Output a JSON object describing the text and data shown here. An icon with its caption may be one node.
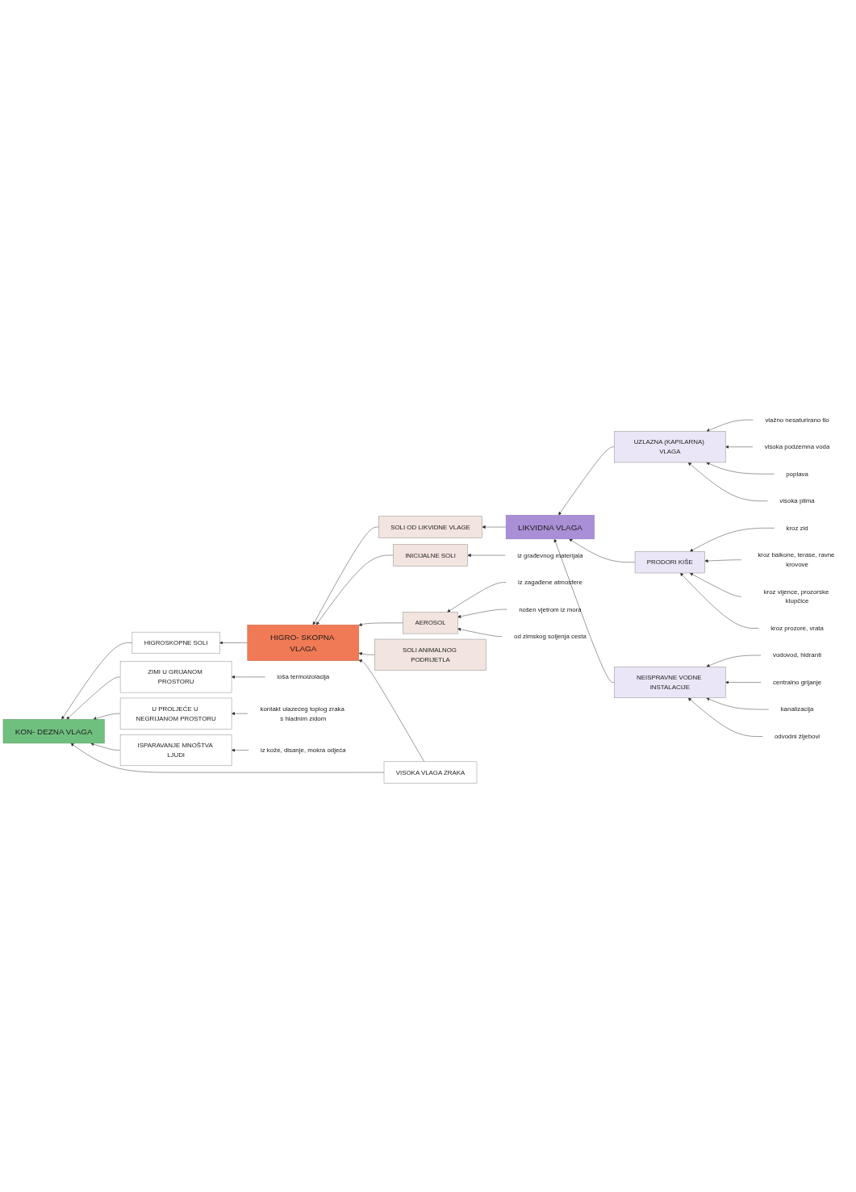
{
  "diagram": {
    "nodes": [
      {
        "text": [
          "LIKVIDNA VLAGA"
        ]
      },
      {
        "text": [
          "UZLAZNA (KAPILARNA) VLAGA"
        ]
      },
      {
        "text": [
          "vlažno nesaturirano tlo"
        ]
      },
      {
        "text": [
          "visoka podzemna voda"
        ]
      },
      {
        "text": [
          "poplava"
        ]
      },
      {
        "text": [
          "visoka plima"
        ]
      },
      {
        "text": [
          "PRODORI KIŠE"
        ]
      },
      {
        "text": [
          "kroz zid"
        ]
      },
      {
        "text": [
          "kroz balkone, terase, ravne krovove"
        ]
      },
      {
        "text": [
          "kroz vijence, prozorske klupčice"
        ]
      },
      {
        "text": [
          "kroz prozore, vrata"
        ]
      },
      {
        "text": [
          "NEISPRAVNE VODNE INSTALACIJE"
        ]
      },
      {
        "text": [
          "vodovod, hidranti"
        ]
      },
      {
        "text": [
          "centralno grijanje"
        ]
      },
      {
        "text": [
          "kanalizacija"
        ]
      },
      {
        "text": [
          "odvodni žljebovi"
        ]
      },
      {
        "text": [
          "HIGRO- SKOPNA VLAGA"
        ]
      },
      {
        "text": [
          "SOLI OD LIKVIDNE VLAGE"
        ]
      },
      {
        "text": [
          "INICIJALNE SOLI"
        ]
      },
      {
        "text": [
          "iz građevnog materijala"
        ]
      },
      {
        "text": [
          "AEROSOL"
        ]
      },
      {
        "text": [
          "iz zagađene atmosfere"
        ]
      },
      {
        "text": [
          "nošen vjetrom iz mora"
        ]
      },
      {
        "text": [
          "od zimskog soljenja cesta"
        ]
      },
      {
        "text": [
          "SOLI ANIMALNOG PODRIJETLA"
        ]
      },
      {
        "text": [
          "VISOKA VLAGA ZRAKA"
        ]
      },
      {
        "text": [
          "KON- DEZNA VLAGA"
        ]
      },
      {
        "text": [
          "HIGROSKOPNE SOLI"
        ]
      },
      {
        "text": [
          "ZIMI U GRIJANOM PROSTORU"
        ]
      },
      {
        "text": [
          "loša termoizolacija"
        ]
      },
      {
        "text": [
          "U PROLJEĆE U NEGRIJANOM PROSTORU"
        ]
      },
      {
        "text": [
          "kontakt ulazećeg toplog zraka s hladnim zidom"
        ]
      },
      {
        "text": [
          "ISPARAVANJE MNOŠTVA LJUDI"
        ]
      },
      {
        "text": [
          "iz kože, disanje, mokra odjeća"
        ]
      }
    ],
    "edges": [
      {
        "from": 1,
        "to": 0,
        "arrow": "to"
      },
      {
        "from": 2,
        "to": 1,
        "arrow": "to"
      },
      {
        "from": 3,
        "to": 1,
        "arrow": "to"
      },
      {
        "from": 4,
        "to": 1,
        "arrow": "to"
      },
      {
        "from": 5,
        "to": 1,
        "arrow": "to"
      },
      {
        "from": 6,
        "to": 0,
        "arrow": "to"
      },
      {
        "from": 7,
        "to": 6,
        "arrow": "to"
      },
      {
        "from": 8,
        "to": 6,
        "arrow": "to"
      },
      {
        "from": 9,
        "to": 6,
        "arrow": "to"
      },
      {
        "from": 10,
        "to": 6,
        "arrow": "to"
      },
      {
        "from": 11,
        "to": 0,
        "arrow": "to"
      },
      {
        "from": 12,
        "to": 11,
        "arrow": "to"
      },
      {
        "from": 13,
        "to": 11,
        "arrow": "to"
      },
      {
        "from": 14,
        "to": 11,
        "arrow": "to"
      },
      {
        "from": 15,
        "to": 11,
        "arrow": "to"
      },
      {
        "from": 0,
        "to": 17,
        "arrow": "to"
      },
      {
        "from": 17,
        "to": 16,
        "arrow": "to"
      },
      {
        "from": 18,
        "to": 16,
        "arrow": "to"
      },
      {
        "from": 19,
        "to": 18,
        "arrow": "to"
      },
      {
        "from": 20,
        "to": 16,
        "arrow": "to"
      },
      {
        "from": 21,
        "to": 20,
        "arrow": "to"
      },
      {
        "from": 22,
        "to": 20,
        "arrow": "to"
      },
      {
        "from": 23,
        "to": 20,
        "arrow": "to"
      },
      {
        "from": 24,
        "to": 16,
        "arrow": "to"
      },
      {
        "from": 25,
        "to": 16,
        "arrow": "to"
      },
      {
        "from": 25,
        "to": 26,
        "arrow": "to"
      },
      {
        "from": 16,
        "to": 27,
        "arrow": "to"
      },
      {
        "from": 27,
        "to": 26,
        "arrow": "to"
      },
      {
        "from": 28,
        "to": 26,
        "arrow": "to"
      },
      {
        "from": 29,
        "to": 28,
        "arrow": "to"
      },
      {
        "from": 30,
        "to": 26,
        "arrow": "to"
      },
      {
        "from": 31,
        "to": 30,
        "arrow": "to"
      },
      {
        "from": 32,
        "to": 26,
        "arrow": "to"
      },
      {
        "from": 33,
        "to": 32,
        "arrow": "to"
      }
    ]
  }
}
